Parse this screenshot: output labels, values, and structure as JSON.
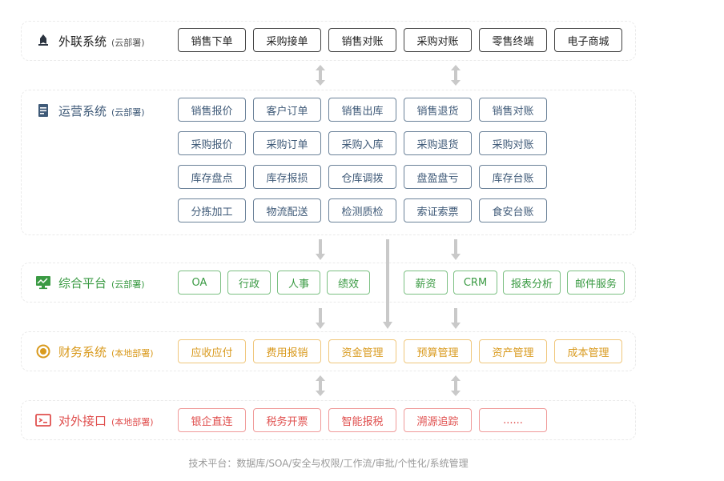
{
  "colors": {
    "external": "#222222",
    "ops": "#3f5a78",
    "integrated": "#3a9a43",
    "finance": "#d99a1e",
    "interface": "#e0504f",
    "arrow": "#c9c9c9"
  },
  "sections": [
    {
      "id": "external",
      "title": "外联系统",
      "sub": "(云部署)",
      "icon": "rocket-icon",
      "nodes": [
        "销售下单",
        "采购接单",
        "销售对账",
        "采购对账",
        "零售终端",
        "电子商城"
      ]
    },
    {
      "id": "ops",
      "title": "运营系统",
      "sub": "(云部署)",
      "icon": "document-icon",
      "nodes": [
        "销售报价",
        "客户订单",
        "销售出库",
        "销售退货",
        "销售对账",
        "采购报价",
        "采购订单",
        "采购入库",
        "采购退货",
        "采购对账",
        "库存盘点",
        "库存报损",
        "仓库调拨",
        "盘盈盘亏",
        "库存台账",
        "分拣加工",
        "物流配送",
        "检测质检",
        "索证索票",
        "食安台账"
      ]
    },
    {
      "id": "integrated",
      "title": "综合平台",
      "sub": "(云部署)",
      "icon": "monitor-chart-icon",
      "nodes": [
        "OA",
        "行政",
        "人事",
        "绩效",
        "薪资",
        "CRM",
        "报表分析",
        "邮件服务"
      ]
    },
    {
      "id": "finance",
      "title": "财务系统",
      "sub": "(本地部署)",
      "icon": "coin-icon",
      "nodes": [
        "应收应付",
        "费用报销",
        "资金管理",
        "预算管理",
        "资产管理",
        "成本管理"
      ]
    },
    {
      "id": "interface",
      "title": "对外接口",
      "sub": "(本地部署)",
      "icon": "terminal-icon",
      "nodes": [
        "银企直连",
        "税务开票",
        "智能报税",
        "溯源追踪",
        "......"
      ]
    }
  ],
  "footer": "技术平台：数据库/SOA/安全与权限/工作流/审批/个性化/系统管理"
}
